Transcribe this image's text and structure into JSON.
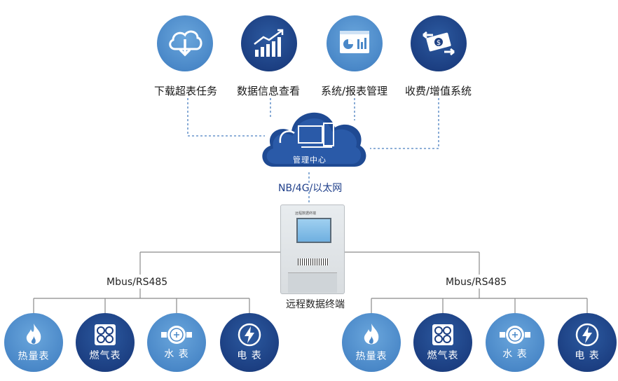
{
  "top_services": [
    {
      "label": "下载超表任务",
      "icon": "cloud-download-icon"
    },
    {
      "label": "数据信息查看",
      "icon": "bar-chart-up-icon"
    },
    {
      "label": "系统/报表管理",
      "icon": "dashboard-report-icon"
    },
    {
      "label": "收费/增值系统",
      "icon": "money-exchange-icon"
    }
  ],
  "cloud": {
    "label": "管理中心",
    "icon": "computer-icon"
  },
  "network_label": "NB/4G/以太网",
  "terminal": {
    "label": "远程数据终端",
    "screen_title": "远程数据终端"
  },
  "bus_labels": {
    "left": "Mbus/RS485",
    "right": "Mbus/RS485"
  },
  "meters_left": [
    {
      "label": "热量表",
      "icon": "flame-icon"
    },
    {
      "label": "燃气表",
      "icon": "gas-stove-icon"
    },
    {
      "label": "水 表",
      "icon": "water-meter-icon"
    },
    {
      "label": "电 表",
      "icon": "lightning-icon"
    }
  ],
  "meters_right": [
    {
      "label": "热量表",
      "icon": "flame-icon"
    },
    {
      "label": "燃气表",
      "icon": "gas-stove-icon"
    },
    {
      "label": "水 表",
      "icon": "water-meter-icon"
    },
    {
      "label": "电 表",
      "icon": "lightning-icon"
    }
  ],
  "colors": {
    "dark_blue": "#1c3f82",
    "light_blue": "#4a88c8",
    "line_gray": "#8a8a8a",
    "dashed_blue": "#4a7fc0"
  }
}
